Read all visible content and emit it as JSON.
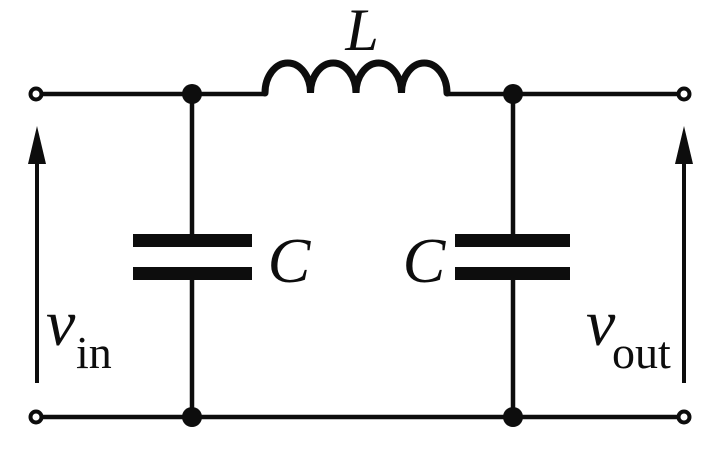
{
  "colors": {
    "ink": "#0d0d0d",
    "background": "#ffffff"
  },
  "labels": {
    "inductor": "L",
    "capacitor_left": "C",
    "capacitor_right": "C",
    "vin": {
      "main": "v",
      "sub": "in"
    },
    "vout": {
      "main": "v",
      "sub": "out"
    }
  }
}
